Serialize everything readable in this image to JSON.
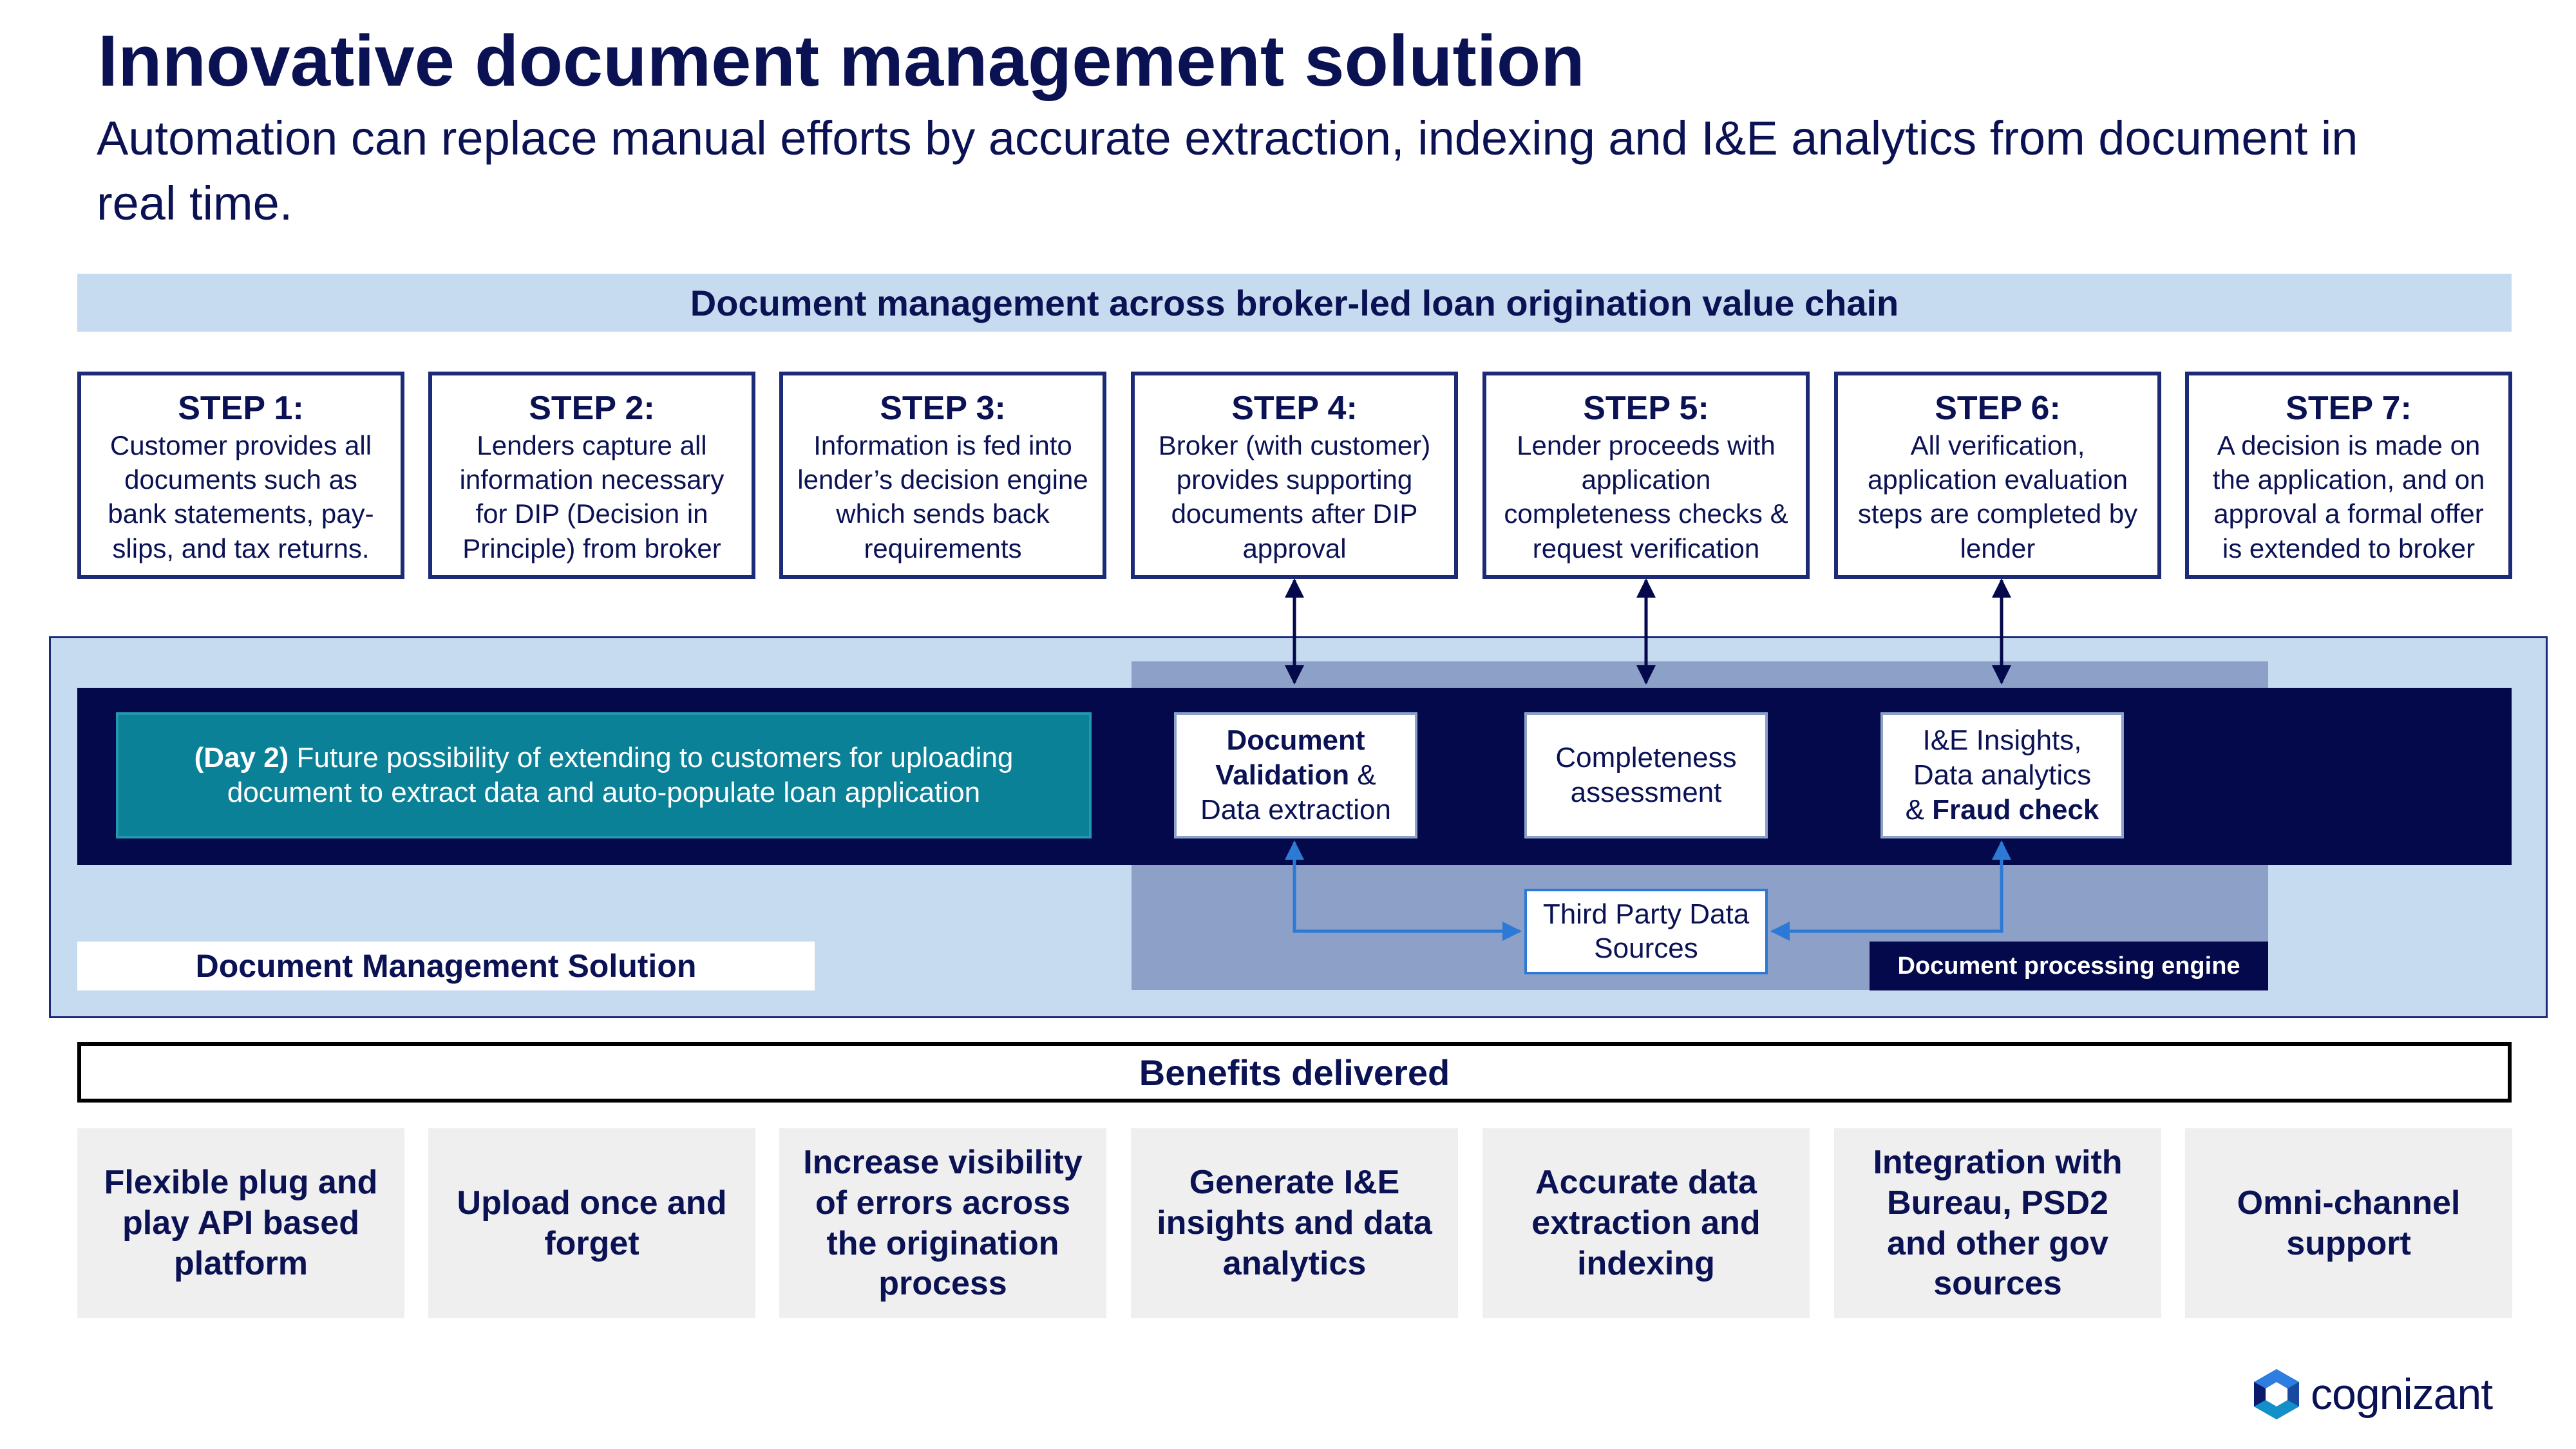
{
  "title": "Innovative document management solution",
  "subtitle": "Automation can replace manual efforts by accurate extraction, indexing and I&E analytics from document in real time.",
  "value_chain_header": "Document management across broker-led loan origination value chain",
  "steps": [
    {
      "title": "STEP 1:",
      "desc": "Customer provides all documents such as bank statements, pay-slips, and tax returns."
    },
    {
      "title": "STEP 2:",
      "desc": "Lenders capture all information necessary for DIP (Decision in Principle) from broker"
    },
    {
      "title": "STEP 3:",
      "desc": "Information is fed into lender’s decision engine which sends back requirements"
    },
    {
      "title": "STEP 4:",
      "desc": "Broker (with customer) provides supporting documents after DIP approval"
    },
    {
      "title": "STEP 5:",
      "desc": "Lender proceeds with application completeness checks & request verification"
    },
    {
      "title": "STEP 6:",
      "desc": "All verification, application evaluation steps are completed by lender"
    },
    {
      "title": "STEP 7:",
      "desc": "A decision is made on the application, and on approval a formal offer is extended to broker"
    }
  ],
  "day2": {
    "bold": "(Day 2)",
    "text": " Future possibility of extending to customers for uploading document to extract data and auto-populate loan application"
  },
  "processing": {
    "doc_validation": {
      "bold": "Document Validation",
      "amp": " &",
      "rest": "Data extraction"
    },
    "completeness": "Completeness assessment",
    "insights": {
      "text1": "I&E Insights,",
      "text2": "Data analytics",
      "amp": "& ",
      "bold": "Fraud check"
    },
    "third_party": "Third Party Data Sources"
  },
  "dms_label": "Document Management Solution",
  "engine_label": "Document processing engine",
  "benefits_header": "Benefits delivered",
  "benefits": [
    "Flexible plug and play API based platform",
    "Upload once and forget",
    "Increase visibility of errors across the origination process",
    "Generate I&E insights and data analytics",
    "Accurate data extraction and indexing",
    "Integration with Bureau, PSD2 and other gov sources",
    "Omni-channel support"
  ],
  "logo_text": "cognizant",
  "colors": {
    "navy": "#03094a",
    "light_blue": "#c6daf0",
    "teal": "#0b8197",
    "engine": "#8da0c8",
    "arrow_blue": "#2c7ad6"
  }
}
